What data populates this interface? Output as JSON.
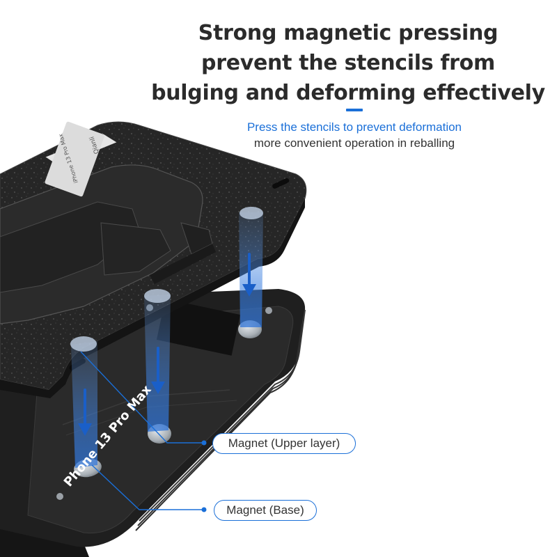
{
  "headline": {
    "line1": "Strong magnetic pressing",
    "line2": "prevent the stencils from",
    "line3": "bulging and deforming effectively"
  },
  "subheadline": {
    "line1": "Press the stencils to prevent deformation",
    "line2": "more convenient operation in reballing"
  },
  "product_label": "Phone 13 Pro Max",
  "plate_sticker": {
    "line1": "iPhone 13 Pro Max",
    "line2": "Qianli"
  },
  "callouts": {
    "upper": "Magnet (Upper layer)",
    "base": "Magnet (Base)"
  },
  "colors": {
    "accent": "#1a6fd8",
    "headline": "#2b2b2b",
    "body_text": "#333333",
    "platform": "#1b1b1b"
  }
}
